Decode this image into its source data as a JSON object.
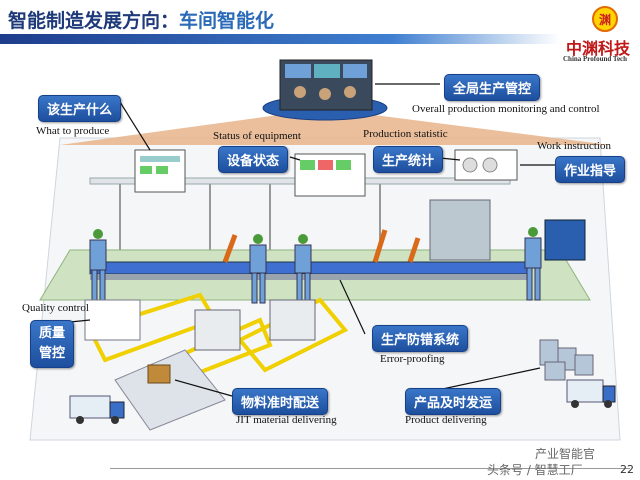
{
  "title_prefix": "智能制造发展方向：",
  "title_highlight": "车间智能化",
  "logo": {
    "badge": "渊",
    "name": "中渊科技",
    "en": "China Profound Tech"
  },
  "labels": {
    "global_monitor": "全局生产管控",
    "global_monitor_en": "Overall production monitoring and control",
    "what_produce": "该生产什么",
    "what_produce_en": "What to produce",
    "equip_status": "设备状态",
    "equip_status_en": "Status of equipment",
    "prod_stat": "生产统计",
    "prod_stat_en": "Production statistic",
    "work_instr": "作业指导",
    "work_instr_en": "Work instruction",
    "quality": "质量\n管控",
    "quality_en": "Quality control",
    "error_proof": "生产防错系统",
    "error_proof_en": "Error-proofing",
    "jit": "物料准时配送",
    "jit_en": "JIT material delivering",
    "delivery": "产品及时发运",
    "delivery_en": "Product delivering"
  },
  "watermark": {
    "line1": "产业智能官",
    "line2": "头条号 / 智慧工厂"
  },
  "page_number": "22",
  "colors": {
    "title": "#1f3a7a",
    "label_bg": "#2a5fb0",
    "logo_red": "#c01818"
  }
}
